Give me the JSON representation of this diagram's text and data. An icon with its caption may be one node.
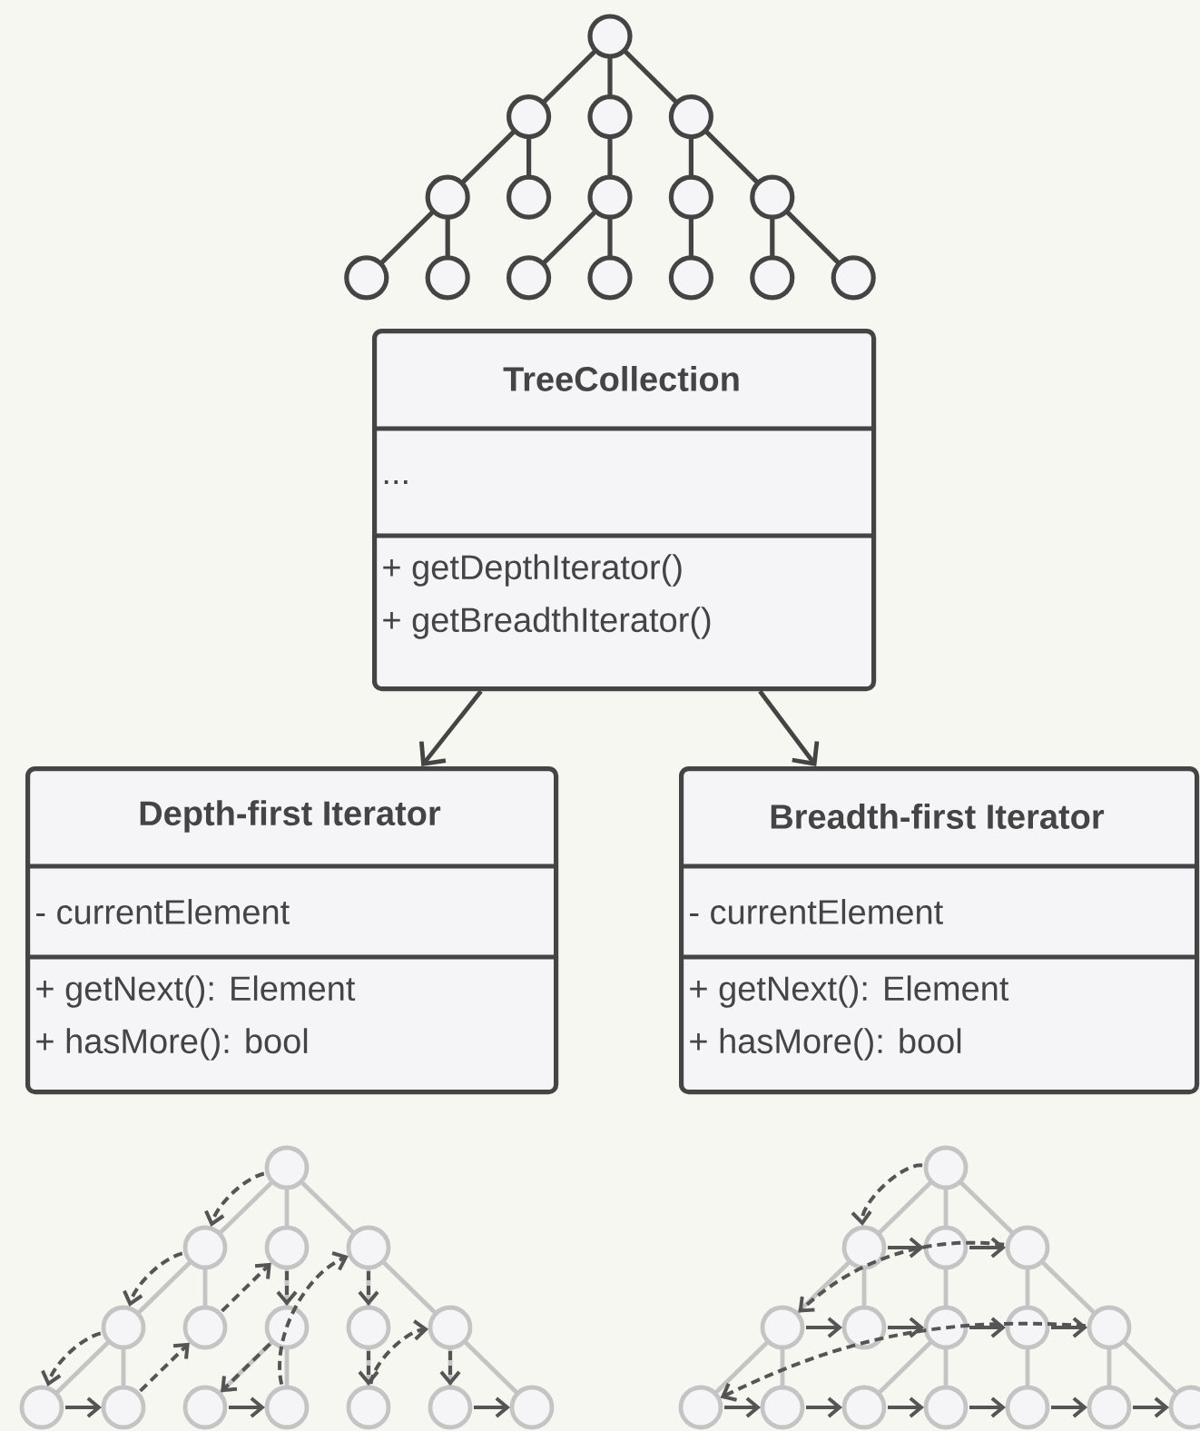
{
  "diagram": {
    "nodes": [
      {
        "text": [
          "TreeCollection",
          "...",
          "+ getDepthIterator()",
          "+ getBreadthIterator()"
        ]
      },
      {
        "text": [
          "Depth-first Iterator",
          "- currentElement",
          "+ getNext(): Element",
          "+ hasMore(): bool"
        ]
      },
      {
        "text": [
          "Breadth-first Iterator",
          "- currentElement",
          "+ getNext(): Element",
          "+ hasMore(): bool"
        ]
      }
    ],
    "edges": [
      {
        "from": 0,
        "to": 1,
        "arrow": "to"
      },
      {
        "from": 0,
        "to": 2,
        "arrow": "to"
      }
    ]
  }
}
